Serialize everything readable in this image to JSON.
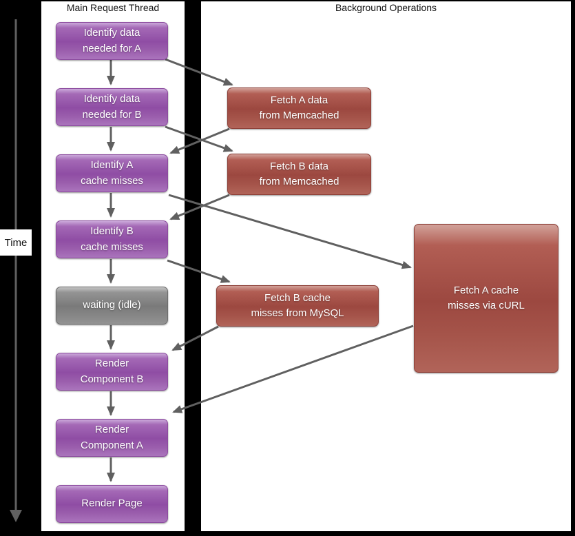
{
  "diagram": {
    "type": "parallel-request-timeline-flowchart",
    "time_axis_label": "Time",
    "colors": {
      "background": "#000000",
      "panel": "#ffffff",
      "main_thread_node": "#9a5dac",
      "background_op_node": "#a5544a",
      "idle_node": "#858585",
      "arrow": "#606060"
    }
  },
  "main_thread": {
    "title": "Main Request Thread",
    "nodes": [
      {
        "id": "identify-data-a",
        "line1": "Identify data",
        "line2": "needed for A"
      },
      {
        "id": "identify-data-b",
        "line1": "Identify data",
        "line2": "needed for B"
      },
      {
        "id": "identify-a-cache-misses",
        "line1": "Identify A",
        "line2": "cache misses"
      },
      {
        "id": "identify-b-cache-misses",
        "line1": "Identify B",
        "line2": "cache misses"
      },
      {
        "id": "waiting-idle",
        "line1": "waiting (idle)",
        "line2": ""
      },
      {
        "id": "render-component-b",
        "line1": "Render",
        "line2": "Component B"
      },
      {
        "id": "render-component-a",
        "line1": "Render",
        "line2": "Component A"
      },
      {
        "id": "render-page",
        "line1": "Render Page",
        "line2": ""
      }
    ]
  },
  "background_ops": {
    "title": "Background Operations",
    "nodes": [
      {
        "id": "fetch-a-memcached",
        "line1": "Fetch A data",
        "line2": "from Memcached"
      },
      {
        "id": "fetch-b-memcached",
        "line1": "Fetch B data",
        "line2": "from Memcached"
      },
      {
        "id": "fetch-b-mysql",
        "line1": "Fetch B cache",
        "line2": "misses from MySQL"
      },
      {
        "id": "fetch-a-curl",
        "line1": "Fetch A cache",
        "line2": "misses via cURL"
      }
    ]
  },
  "edges": [
    {
      "from": "identify-data-a",
      "to": "identify-data-b"
    },
    {
      "from": "identify-data-a",
      "to": "fetch-a-memcached"
    },
    {
      "from": "identify-data-b",
      "to": "identify-a-cache-misses"
    },
    {
      "from": "identify-data-b",
      "to": "fetch-b-memcached"
    },
    {
      "from": "fetch-a-memcached",
      "to": "identify-a-cache-misses"
    },
    {
      "from": "identify-a-cache-misses",
      "to": "identify-b-cache-misses"
    },
    {
      "from": "identify-a-cache-misses",
      "to": "fetch-a-curl"
    },
    {
      "from": "fetch-b-memcached",
      "to": "identify-b-cache-misses"
    },
    {
      "from": "identify-b-cache-misses",
      "to": "waiting-idle"
    },
    {
      "from": "identify-b-cache-misses",
      "to": "fetch-b-mysql"
    },
    {
      "from": "fetch-b-mysql",
      "to": "render-component-b"
    },
    {
      "from": "waiting-idle",
      "to": "render-component-b"
    },
    {
      "from": "fetch-a-curl",
      "to": "render-component-a"
    },
    {
      "from": "render-component-b",
      "to": "render-component-a"
    },
    {
      "from": "render-component-a",
      "to": "render-page"
    }
  ]
}
